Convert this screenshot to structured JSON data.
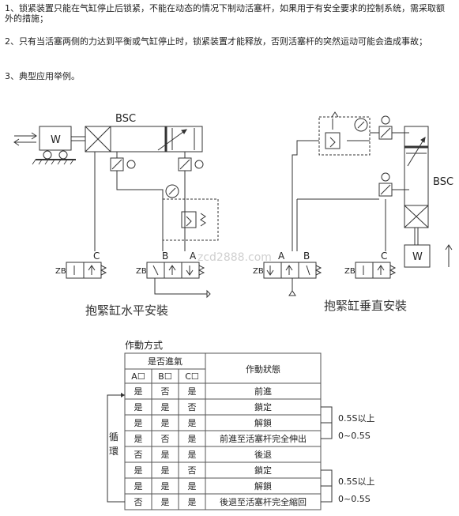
{
  "paragraphs": {
    "p1": "1、锁紧装置只能在气缸停止后锁紧，不能在动态的情况下制动活塞杆，如果用于有安全要求的控制系统，需采取额外的措施；",
    "p2": "2、只有当活塞两侧的力达到平衡或气缸停止时，锁紧装置才能释放，否则活塞杆的突然运动可能会造成事故；",
    "p3": "3、典型应用举例。"
  },
  "diagram_left": {
    "cylinder_label": "BSC",
    "load_label": "W",
    "valve_c": "C",
    "valve_b": "B",
    "valve_a": "A",
    "caption": "抱緊缸水平安裝"
  },
  "diagram_right": {
    "cylinder_label": "BSC",
    "load_label": "W",
    "valve_a": "A",
    "valve_b": "B",
    "valve_c": "C",
    "caption": "抱緊缸垂直安裝"
  },
  "watermark": "zcd2888.com",
  "table": {
    "title": "作動方式",
    "header_group": "是否進氣",
    "header_state": "作動狀態",
    "cols": [
      "A☐",
      "B☐",
      "C☐"
    ],
    "cycle_label_1": "循",
    "cycle_label_2": "環",
    "rows": [
      {
        "a": "是",
        "b": "否",
        "c": "是",
        "state": "前進"
      },
      {
        "a": "是",
        "b": "是",
        "c": "否",
        "state": "鎖定"
      },
      {
        "a": "是",
        "b": "是",
        "c": "是",
        "state": "解鎖"
      },
      {
        "a": "是",
        "b": "否",
        "c": "是",
        "state": "前進至活塞杆完全伸出"
      },
      {
        "a": "否",
        "b": "是",
        "c": "是",
        "state": "後退"
      },
      {
        "a": "是",
        "b": "是",
        "c": "否",
        "state": "鎖定"
      },
      {
        "a": "是",
        "b": "是",
        "c": "是",
        "state": "解鎖"
      },
      {
        "a": "否",
        "b": "是",
        "c": "是",
        "state": "後退至活塞杆完全縮回"
      }
    ],
    "timing": {
      "t1": "0.5S以上",
      "t2": "0~0.5S",
      "t3": "0.5S以上",
      "t4": "0~0.5S"
    }
  }
}
